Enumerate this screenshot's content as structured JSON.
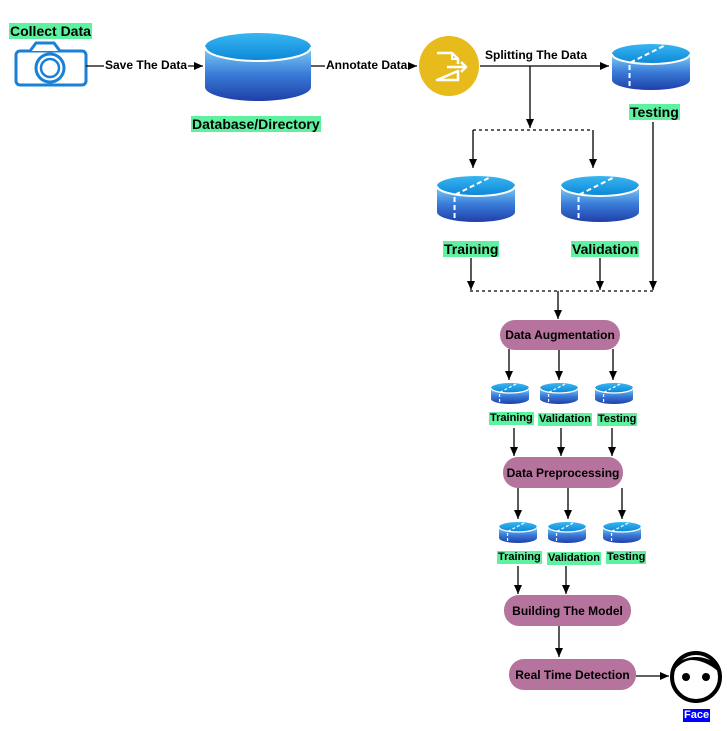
{
  "nodes": {
    "collect": "Collect Data",
    "database": "Database/Directory",
    "testing_main": "Testing",
    "training_main": "Training",
    "validation_main": "Validation",
    "augmentation": "Data Augmentation",
    "preprocessing": "Data Preprocessing",
    "building": "Building The Model",
    "realtime": "Real Time Detection",
    "face": "Face"
  },
  "edges": {
    "save": "Save The Data",
    "annotate": "Annotate Data",
    "split": "Splitting The Data"
  },
  "aug_outputs": [
    "Training",
    "Validation",
    "Testing"
  ],
  "pre_outputs": [
    "Training",
    "Validation",
    "Testing"
  ],
  "icons": {
    "camera": "camera-icon",
    "annotate": "document-export-icon",
    "face": "face-icon",
    "database": "database-icon"
  },
  "colors": {
    "highlight": "#5ef2a0",
    "process_pill": "#b5739d",
    "camera_blue": "#1a7fd6",
    "annotate_yellow": "#e8bb1c",
    "face_label_bg": "#0000ff"
  }
}
